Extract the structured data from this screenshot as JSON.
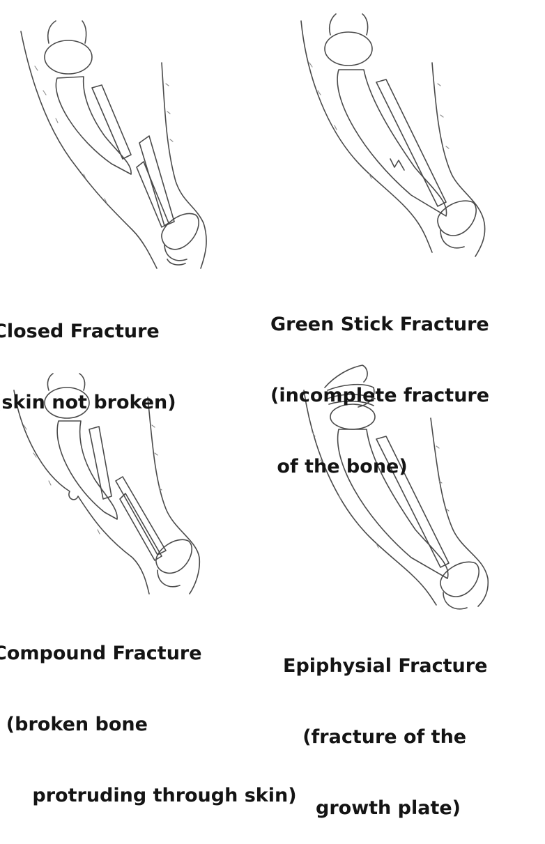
{
  "panels": {
    "closed": {
      "title": "Closed Fracture",
      "lines": [
        "(skin not broken)"
      ]
    },
    "green_stick": {
      "title": "Green Stick Fracture",
      "lines": [
        "(incomplete fracture",
        " of the bone)"
      ]
    },
    "compound": {
      "title": "Compound Fracture",
      "lines": [
        "  (broken bone",
        "      protruding through skin)"
      ]
    },
    "epiphysial": {
      "title": "Epiphysial Fracture",
      "lines": [
        "   (fracture of the",
        "     growth plate)"
      ]
    }
  }
}
